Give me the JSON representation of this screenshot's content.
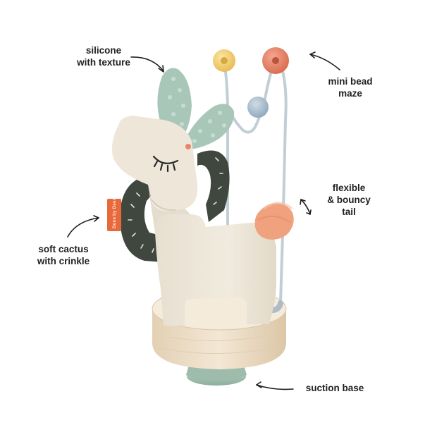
{
  "callouts": {
    "silicone": {
      "line1": "silicone",
      "line2": "with texture"
    },
    "bead_maze": {
      "line1": "mini bead",
      "line2": "maze"
    },
    "tail": {
      "line1": "flexible",
      "line2": "& bouncy",
      "line3": "tail"
    },
    "cactus": {
      "line1": "soft cactus",
      "line2": "with crinkle"
    },
    "base": {
      "line1": "suction base"
    }
  },
  "product_tag": "Done by Deer",
  "icons": {
    "silicone": "curved-arrow-icon",
    "bead_maze": "curved-arrow-icon",
    "tail": "double-arrow-icon",
    "cactus": "curved-arrow-icon",
    "base": "curved-arrow-icon"
  },
  "colors": {
    "llama_body": "#ede6d9",
    "silicone_ears": "#a9c7b9",
    "cactus_ring": "#3f4641",
    "bead_yellow": "#f2cf72",
    "bead_coral": "#e8866c",
    "bead_blue": "#a8bfd0",
    "tail_coral": "#f0a17d",
    "wood_base": "#ecdcc5",
    "suction_cup": "#a8c4b4",
    "tag_orange": "#e86a3c"
  }
}
